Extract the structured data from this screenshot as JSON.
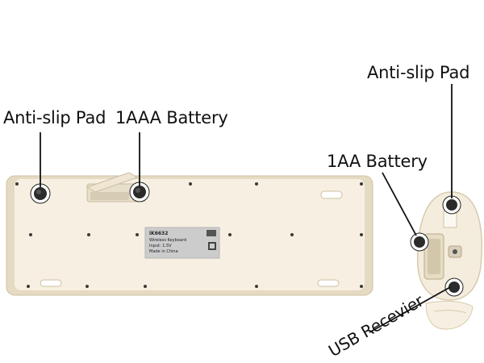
{
  "labels": {
    "pad_keyboard": "Anti-slip Pad",
    "battery_keyboard": "1AAA Battery",
    "pad_mouse": "Anti-slip Pad",
    "battery_mouse": "1AA Battery",
    "usb_receiver": "USB Recevier"
  },
  "sticker": {
    "model": "iK6632",
    "line1": "Wireless Keyboard",
    "line2": "Input: 1.5V",
    "line3": "Made in China"
  },
  "colors": {
    "background": "#ffffff",
    "device_body": "#f4ecdc",
    "device_edge": "#d9cdb2",
    "callout_line": "#111111",
    "sticker": "#c8c8c8"
  }
}
